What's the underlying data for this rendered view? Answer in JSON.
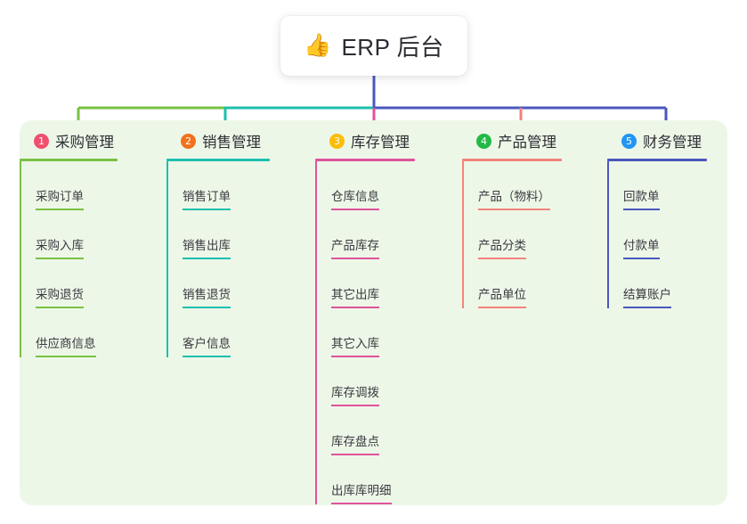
{
  "root": {
    "icon": "thumbs-up-icon",
    "emoji": "👍",
    "title": "ERP 后台"
  },
  "palette": {
    "panel_bg": "#edf7e8",
    "page_bg": "#ffffff",
    "root_text": "#2b2b33",
    "trunk": "#4b57bd",
    "green": "#7ac143",
    "teal": "#1dbfae",
    "pink": "#e0539c",
    "salmon": "#f4837b",
    "blue": "#4b57bd",
    "badge1": "#f0506e",
    "badge2": "#f2711c",
    "badge3": "#fbbd08",
    "badge4": "#21ba45",
    "badge5": "#2196f3"
  },
  "columns": [
    {
      "number": "1",
      "title": "采购管理",
      "badge_color": "#f0506e",
      "line_color": "#7ac143",
      "items": [
        {
          "label": "采购订单"
        },
        {
          "label": "采购入库"
        },
        {
          "label": "采购退货"
        },
        {
          "label": "供应商信息"
        }
      ]
    },
    {
      "number": "2",
      "title": "销售管理",
      "badge_color": "#f2711c",
      "line_color": "#1dbfae",
      "items": [
        {
          "label": "销售订单"
        },
        {
          "label": "销售出库"
        },
        {
          "label": "销售退货"
        },
        {
          "label": "客户信息"
        }
      ]
    },
    {
      "number": "3",
      "title": "库存管理",
      "badge_color": "#fbbd08",
      "line_color": "#e0539c",
      "items": [
        {
          "label": "仓库信息"
        },
        {
          "label": "产品库存"
        },
        {
          "label": "其它出库"
        },
        {
          "label": "其它入库"
        },
        {
          "label": "库存调拨"
        },
        {
          "label": "库存盘点"
        },
        {
          "label": "出库库明细"
        }
      ]
    },
    {
      "number": "4",
      "title": "产品管理",
      "badge_color": "#21ba45",
      "line_color": "#f4837b",
      "items": [
        {
          "label": "产品（物料）"
        },
        {
          "label": "产品分类"
        },
        {
          "label": "产品单位"
        }
      ]
    },
    {
      "number": "5",
      "title": "财务管理",
      "badge_color": "#2196f3",
      "line_color": "#4b57bd",
      "items": [
        {
          "label": "回款单"
        },
        {
          "label": "付款单"
        },
        {
          "label": "结算账户"
        }
      ]
    }
  ]
}
